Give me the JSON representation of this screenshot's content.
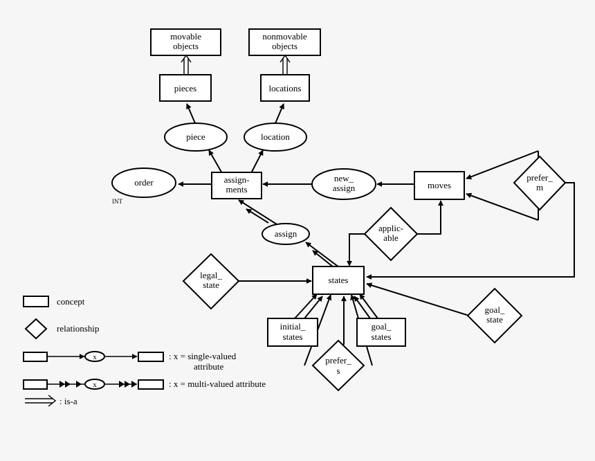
{
  "diagram": {
    "nodes": {
      "movable_objects": [
        "movable",
        "objects"
      ],
      "nonmovable_objects": [
        "nonmovable",
        "objects"
      ],
      "pieces": [
        "pieces"
      ],
      "locations": [
        "locations"
      ],
      "piece": [
        "piece"
      ],
      "location": [
        "location"
      ],
      "order": [
        "order"
      ],
      "order_note": "INT",
      "assignments": [
        "assign-",
        "ments"
      ],
      "new_assign": [
        "new_",
        "assign"
      ],
      "moves": [
        "moves"
      ],
      "prefer_m": [
        "prefer_",
        "m"
      ],
      "applicable": [
        "applic-",
        "able"
      ],
      "assign": [
        "assign"
      ],
      "legal_state": [
        "legal_",
        "state"
      ],
      "states": [
        "states"
      ],
      "goal_state": [
        "goal_",
        "state"
      ],
      "initial_states": [
        "initial_",
        "states"
      ],
      "goal_states": [
        "goal_",
        "states"
      ],
      "prefer_s": [
        "prefer_",
        "s"
      ]
    },
    "legend": {
      "concept": "concept",
      "relationship": "relationship",
      "attr_symbol": "x",
      "single_valued": [
        ": x  = single-valued",
        "attribute"
      ],
      "multi_valued": ": x  = multi-valued attribute",
      "is_a": ": is-a"
    }
  }
}
